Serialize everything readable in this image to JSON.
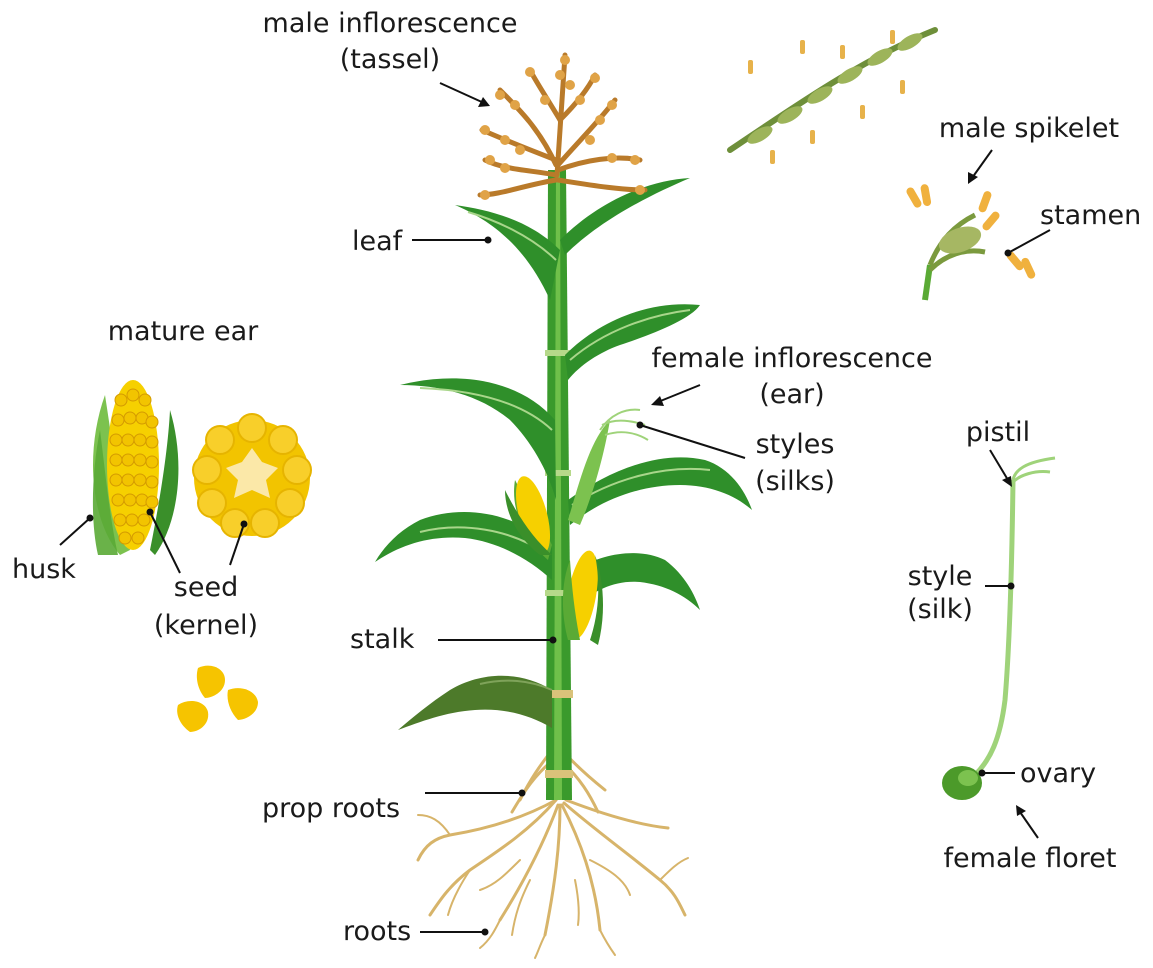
{
  "title": "",
  "labels": {
    "male_inflorescence": "male inflorescence",
    "tassel": "(tassel)",
    "leaf": "leaf",
    "male_spikelet": "male spikelet",
    "stamen": "stamen",
    "mature_ear": "mature ear",
    "female_inflorescence": "female inflorescence",
    "ear": "(ear)",
    "styles": "styles",
    "silks": "(silks)",
    "pistil": "pistil",
    "husk": "husk",
    "seed": "seed",
    "kernel": "(kernel)",
    "stalk": "stalk",
    "style": "style",
    "silk": "(silk)",
    "ovary": "ovary",
    "female_floret": "female floret",
    "prop_roots": "prop roots",
    "roots": "roots"
  },
  "colors": {
    "leaf_dark": "#2f8f2a",
    "leaf_light": "#58b335",
    "stalk": "#3a9a2c",
    "tassel": "#c9873a",
    "corn_yellow": "#f6d000",
    "root": "#d7b46a",
    "silk": "#9fd37a",
    "text": "#1a1a1a"
  }
}
